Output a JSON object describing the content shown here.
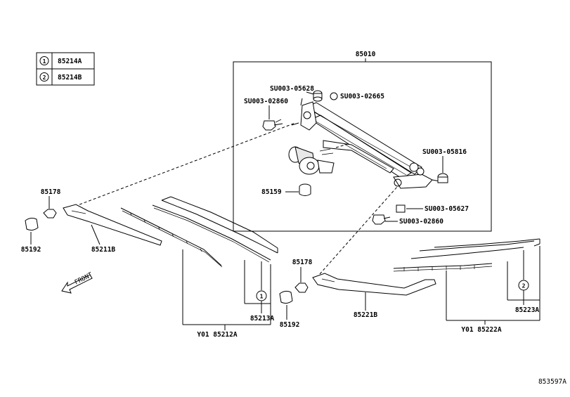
{
  "legend": {
    "rows": [
      {
        "marker": "1",
        "part": "85214A"
      },
      {
        "marker": "2",
        "part": "85214B"
      }
    ]
  },
  "labels": {
    "assembly": "85010",
    "su_05628": "SU003-05628",
    "su_02665": "SU003-02665",
    "su_02860_top": "SU003-02860",
    "su_05816": "SU003-05816",
    "motor": "85159",
    "su_05627": "SU003-05627",
    "su_02860_bottom": "SU003-02860",
    "nut_left": "85178",
    "cap_left": "85192",
    "arm_left": "85211B",
    "nut_right": "85178",
    "cap_right": "85192",
    "arm_right": "85221B",
    "blade_left_rubber": "85213A",
    "blade_left_marker": "1",
    "blade_left_set": "Y01 85212A",
    "blade_right_rubber": "85223A",
    "blade_right_marker": "2",
    "blade_right_set": "Y01 85222A",
    "front": "FRONT",
    "diagram_id": "853597A"
  }
}
